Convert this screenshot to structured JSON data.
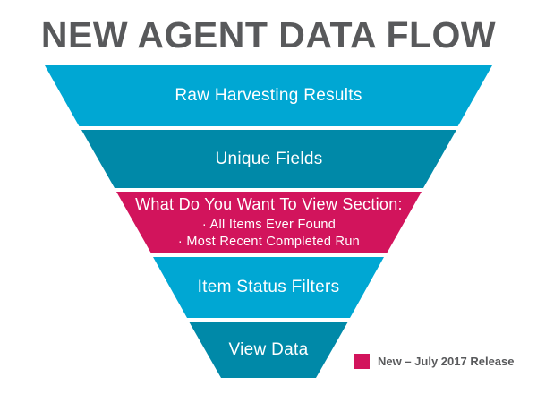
{
  "title": "NEW AGENT DATA FLOW",
  "colors": {
    "cyan": "#00A7D3",
    "teal": "#0089A8",
    "pink": "#D2145C",
    "title_gray": "#58595B",
    "segment_text": "#FFFFFF"
  },
  "funnel": {
    "segments": [
      {
        "label": "Raw Harvesting Results",
        "color": "#00A7D3",
        "highlight": false
      },
      {
        "label": "Unique Fields",
        "color": "#0089A8",
        "highlight": false
      },
      {
        "label": "What Do You Want To View Section:",
        "bullets": [
          "· All Items Ever Found",
          "· Most Recent Completed Run"
        ],
        "color": "#D2145C",
        "highlight": true
      },
      {
        "label": "Item Status Filters",
        "color": "#00A7D3",
        "highlight": false
      },
      {
        "label": "View Data",
        "color": "#0089A8",
        "highlight": false
      }
    ]
  },
  "legend": {
    "swatch_color": "#D2145C",
    "label": "New – July 2017 Release"
  }
}
